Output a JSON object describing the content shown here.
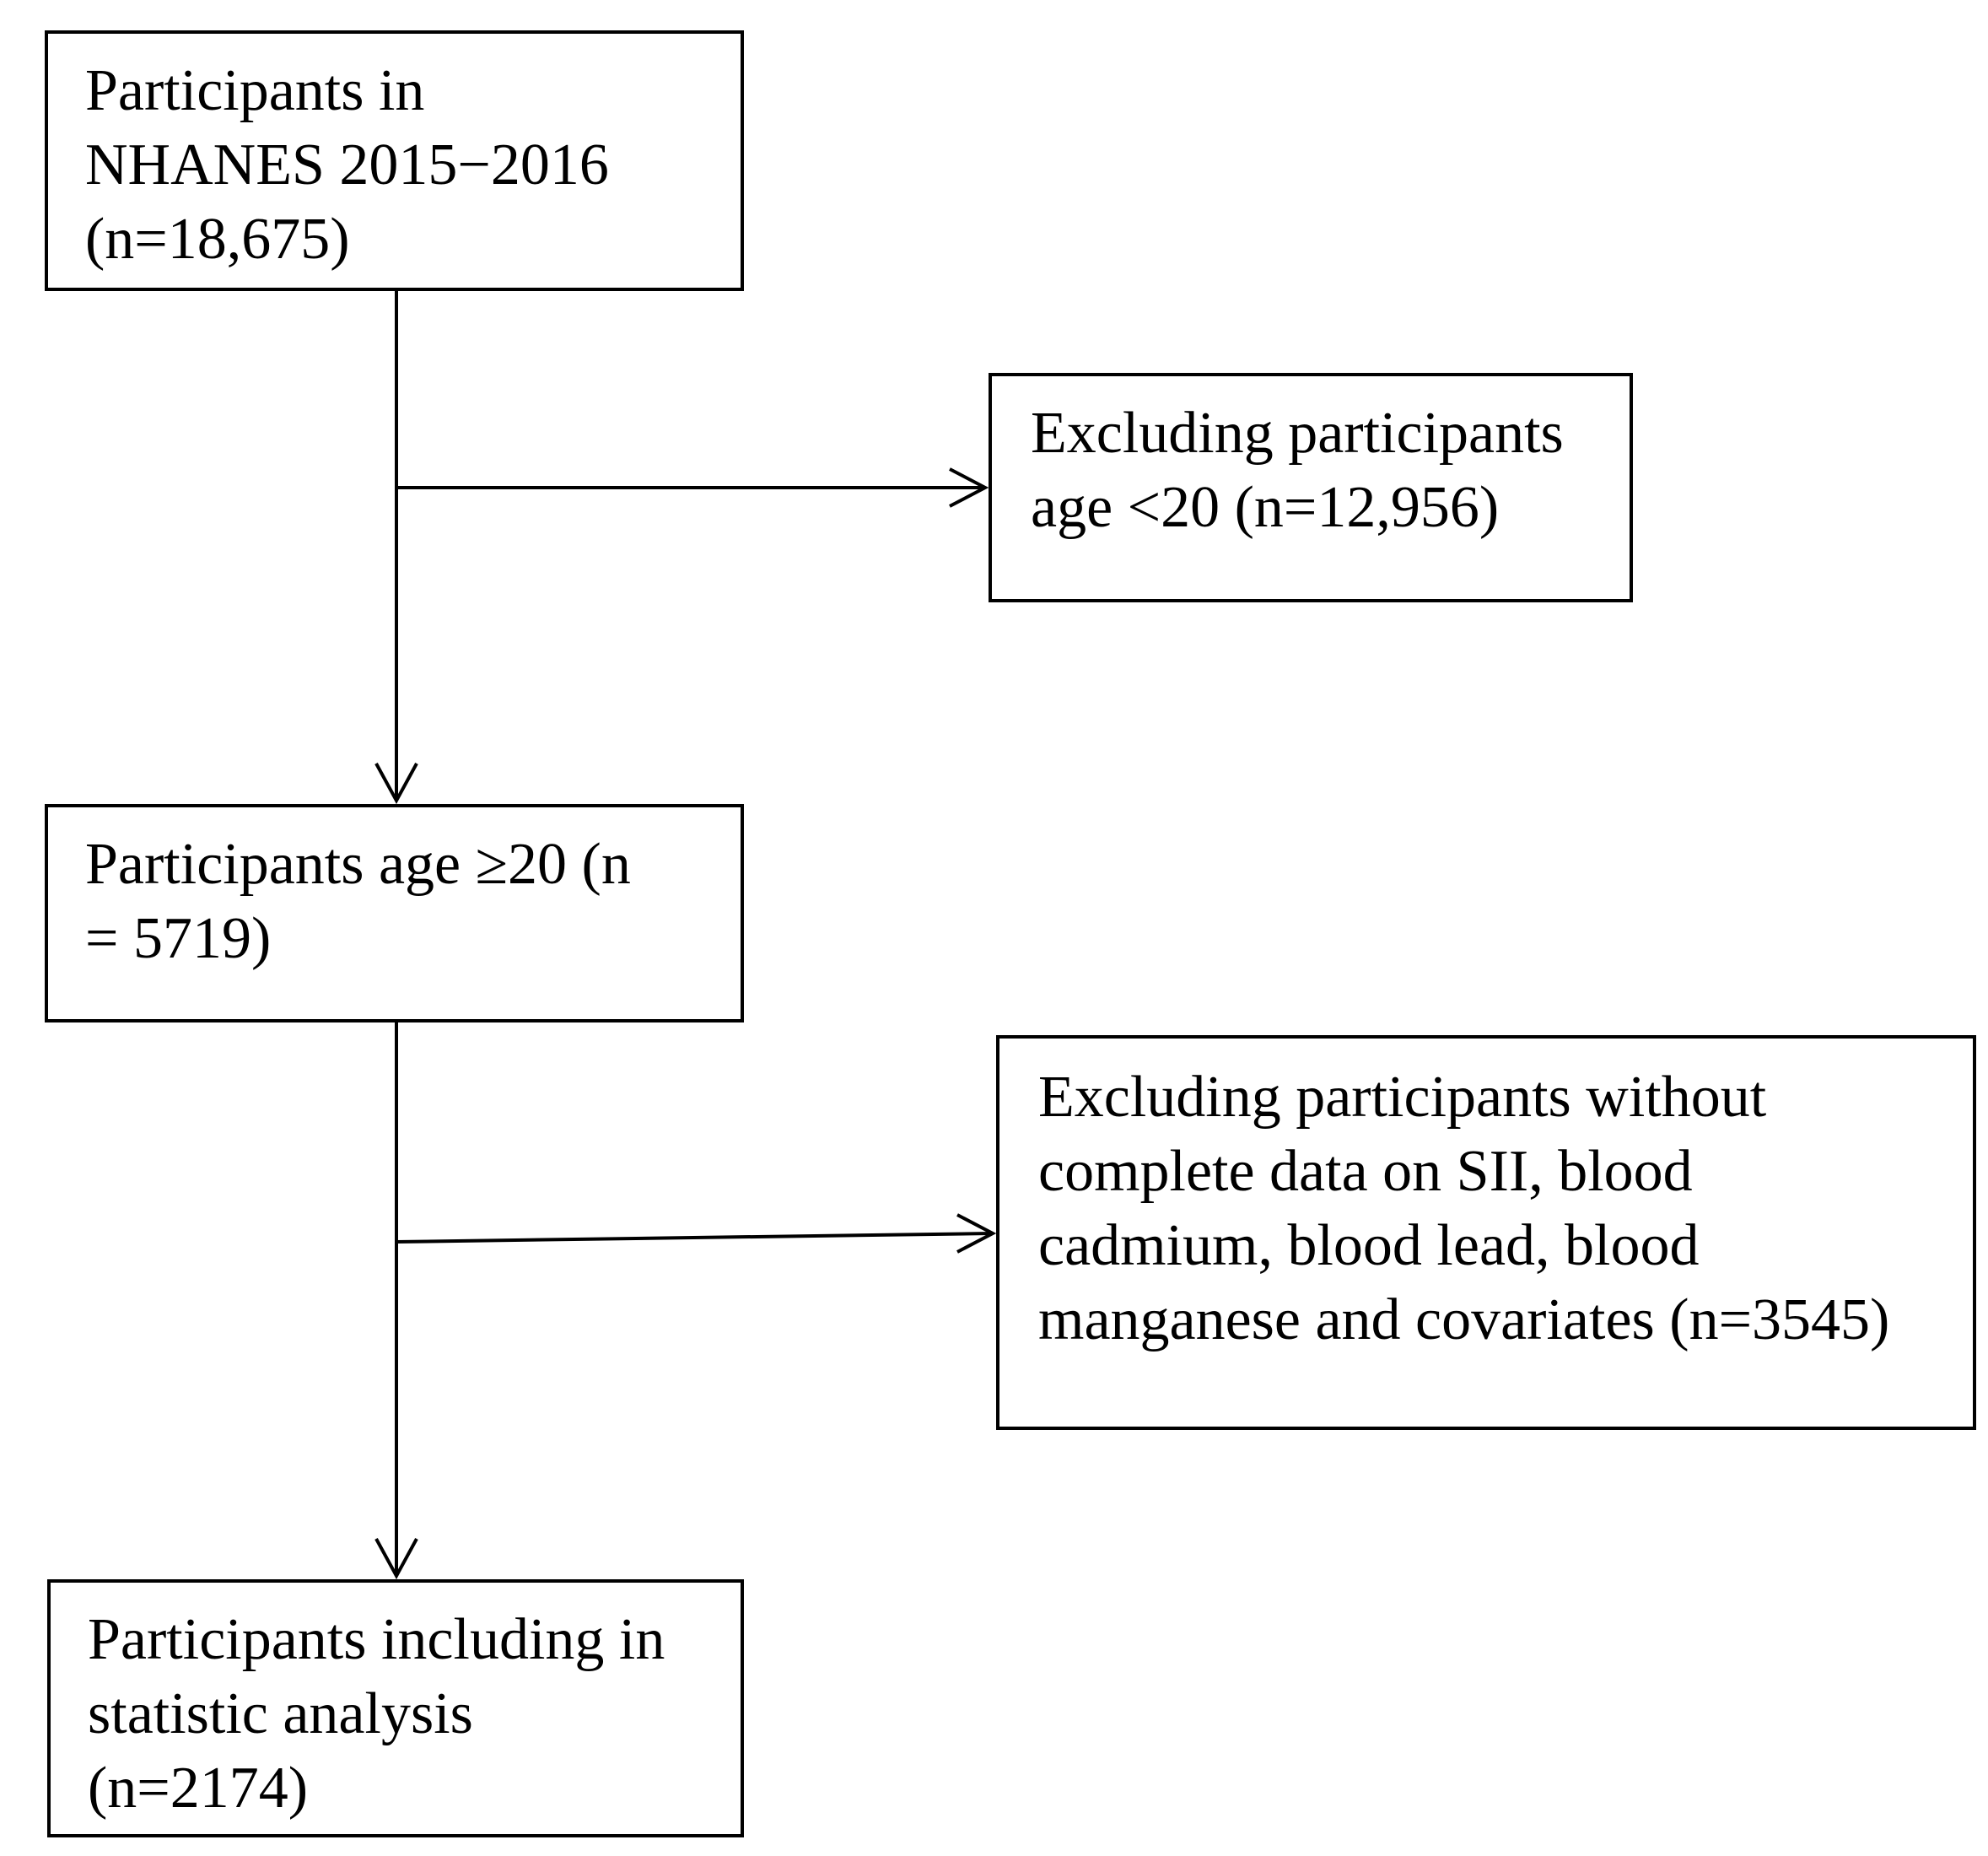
{
  "flowchart": {
    "start_box": {
      "lines": [
        "Participants in",
        "NHANES 2015−2016",
        "(n=18,675)"
      ]
    },
    "exclusion_1": {
      "lines": [
        "Excluding participants",
        "age <20 (n=12,956)"
      ]
    },
    "age_box": {
      "lines": [
        "Participants age ≥20 (n",
        "= 5719)"
      ]
    },
    "exclusion_2": {
      "lines": [
        "Excluding participants without",
        "complete data on SII, blood",
        "cadmium, blood lead, blood",
        "manganese and covariates (n=3545)"
      ]
    },
    "final_box": {
      "lines": [
        "Participants including in",
        "statistic analysis",
        "(n=2174)"
      ]
    }
  }
}
